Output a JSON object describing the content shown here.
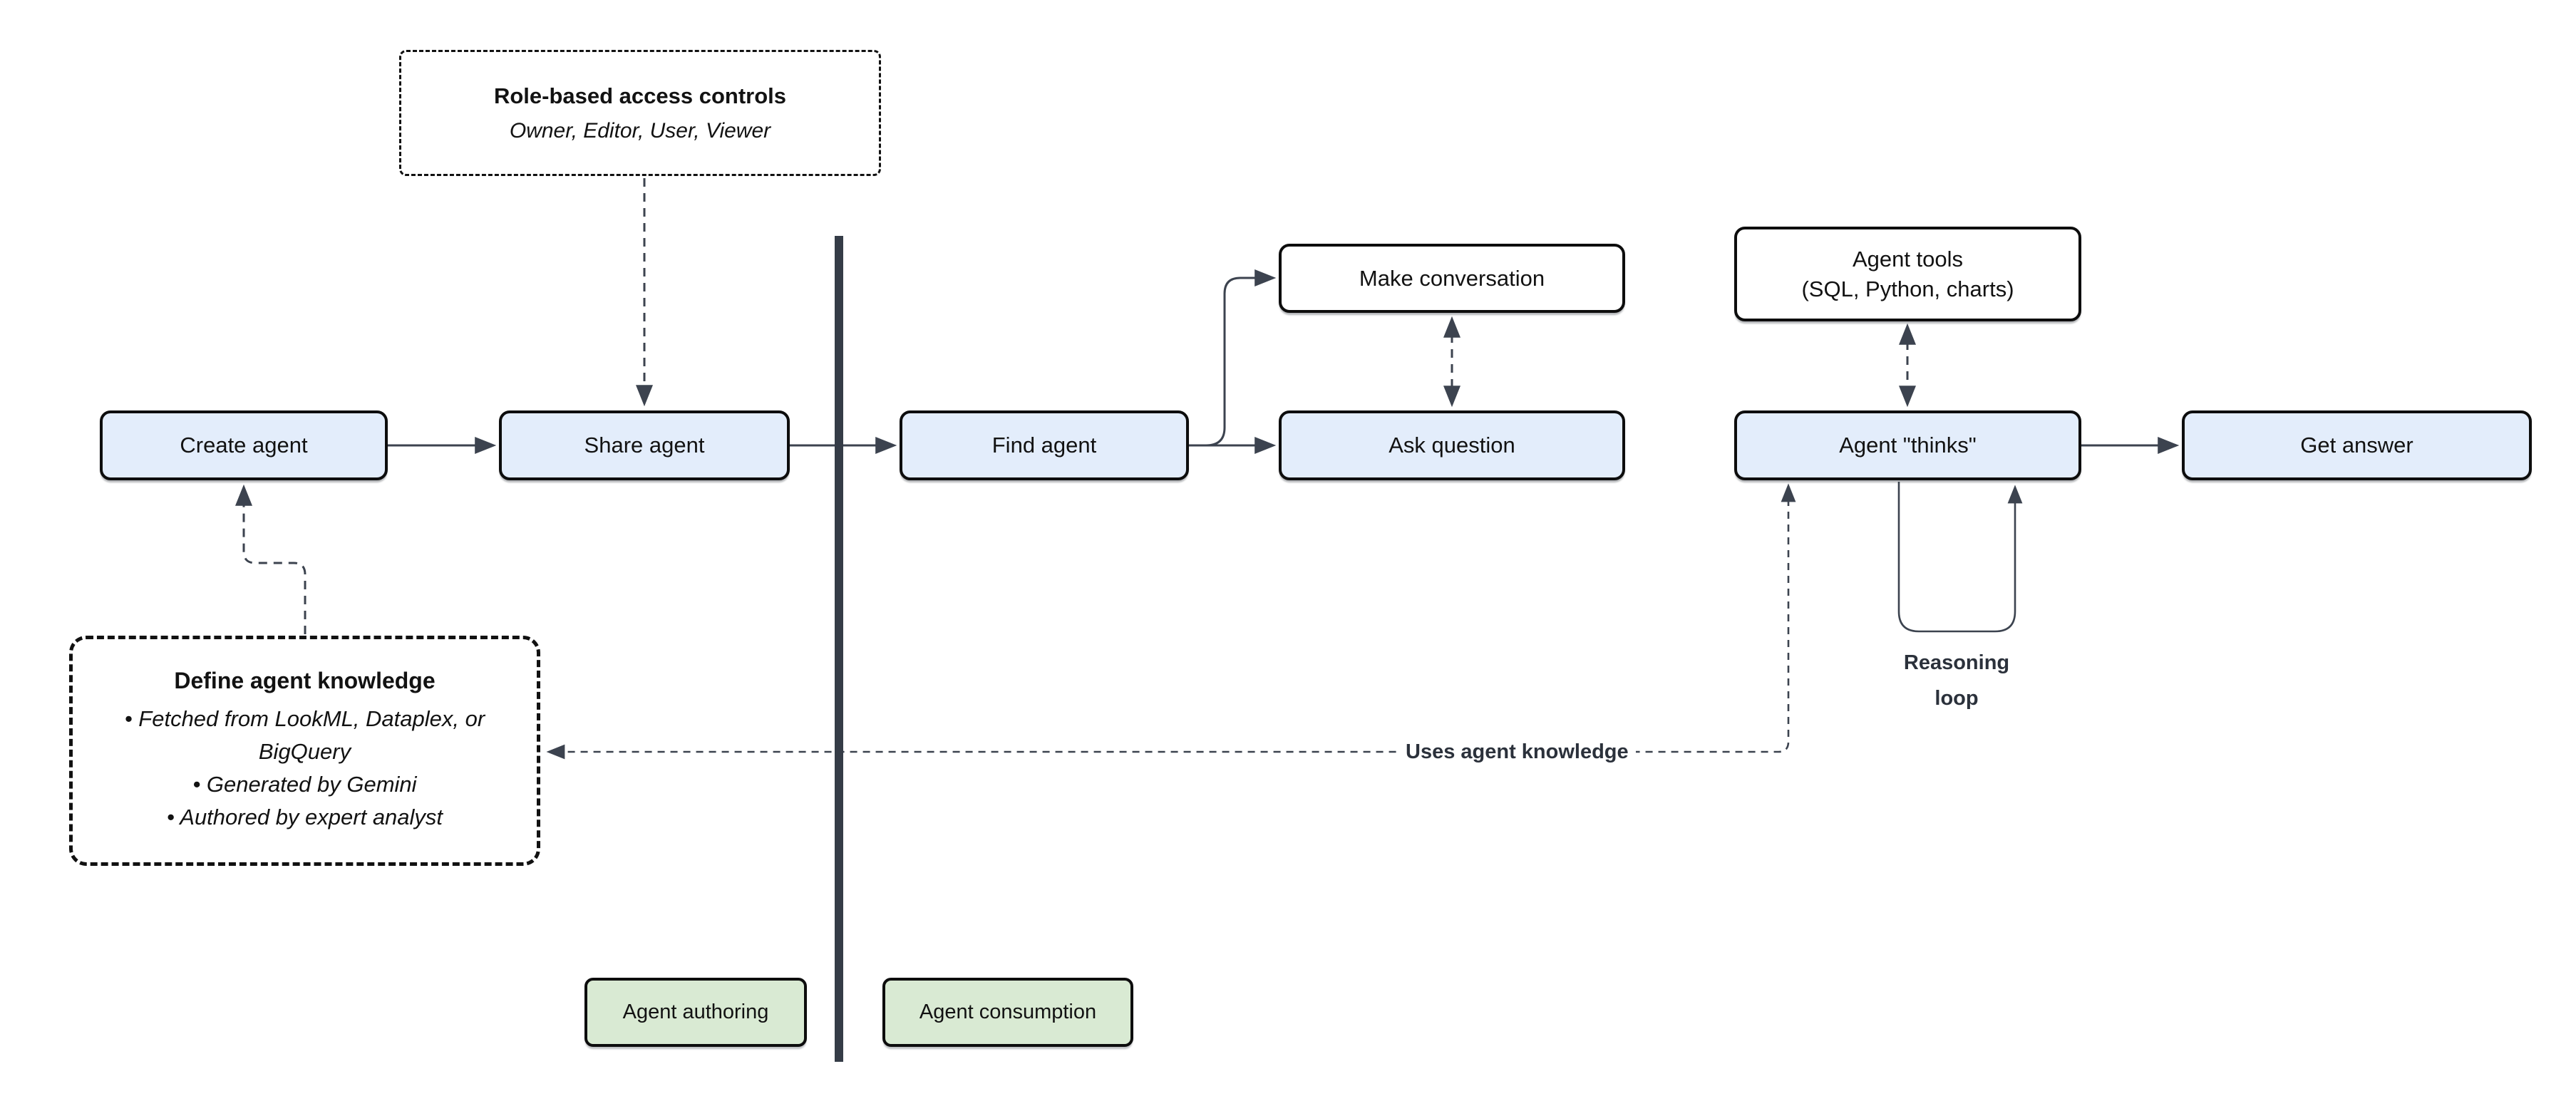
{
  "diagram": {
    "nodes": {
      "create_agent": "Create agent",
      "share_agent": "Share agent",
      "find_agent": "Find agent",
      "make_conversation": "Make conversation",
      "ask_question": "Ask question",
      "agent_tools_line1": "Agent tools",
      "agent_tools_line2": "(SQL, Python, charts)",
      "agent_thinks": "Agent \"thinks\"",
      "get_answer": "Get answer"
    },
    "callouts": {
      "rbac_title": "Role-based access controls",
      "rbac_roles": "Owner, Editor, User, Viewer",
      "knowledge_title": "Define agent knowledge",
      "knowledge_bullets": [
        "Fetched from LookML, Dataplex, or BigQuery",
        "Generated by Gemini",
        "Authored by expert analyst"
      ]
    },
    "labels": {
      "reasoning_line1": "Reasoning",
      "reasoning_line2": "loop",
      "uses_knowledge": "Uses agent knowledge"
    },
    "zones": {
      "authoring": "Agent authoring",
      "consumption": "Agent consumption"
    },
    "colors": {
      "node_fill": "#e3edfb",
      "white_fill": "#ffffff",
      "zone_fill": "#d9ead3",
      "box_border": "#0d0d0d",
      "connector": "#3c434f",
      "divider": "#353c47",
      "text": "#121212"
    }
  }
}
